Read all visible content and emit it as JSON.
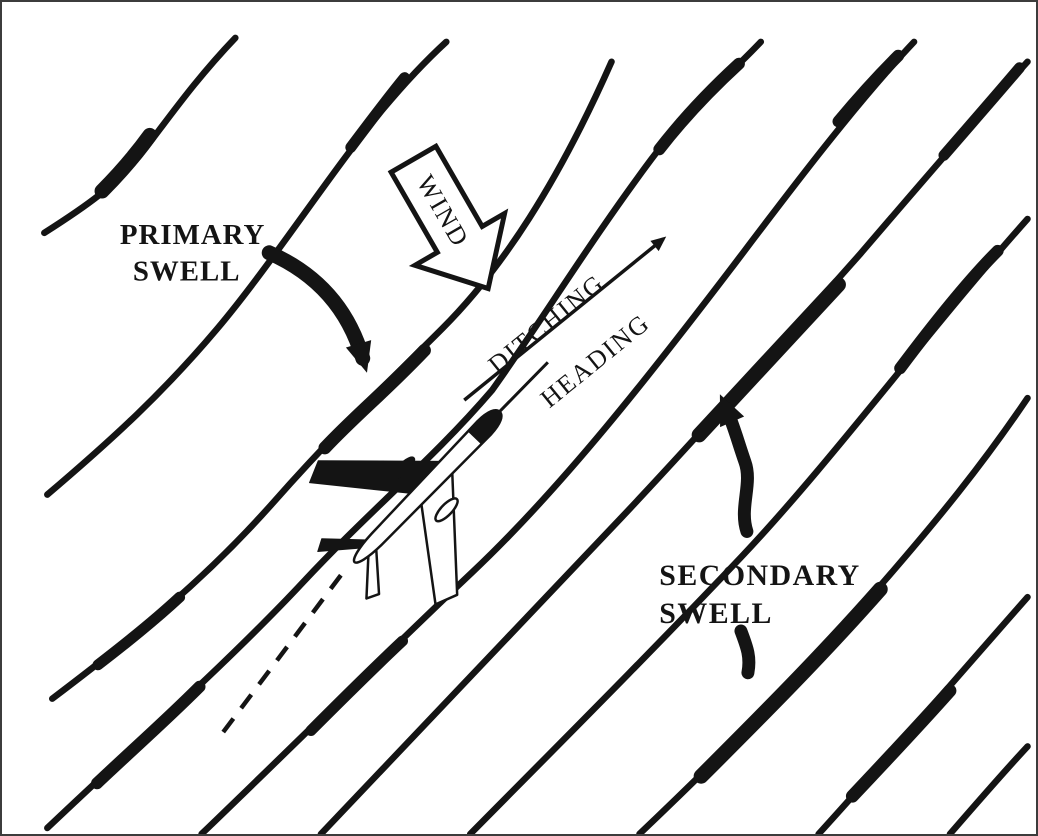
{
  "figure": {
    "background": "#ffffff",
    "ink": "#141414",
    "border_color": "#3c3c3c",
    "labels": {
      "primary_swell": {
        "line1": "PRIMARY",
        "line2": "SWELL"
      },
      "wind": "WIND",
      "ditching_heading": {
        "line1": "DITCHING",
        "line2": "HEADING"
      },
      "secondary_swell": {
        "line1": "SECONDARY",
        "line2": "SWELL"
      }
    }
  }
}
